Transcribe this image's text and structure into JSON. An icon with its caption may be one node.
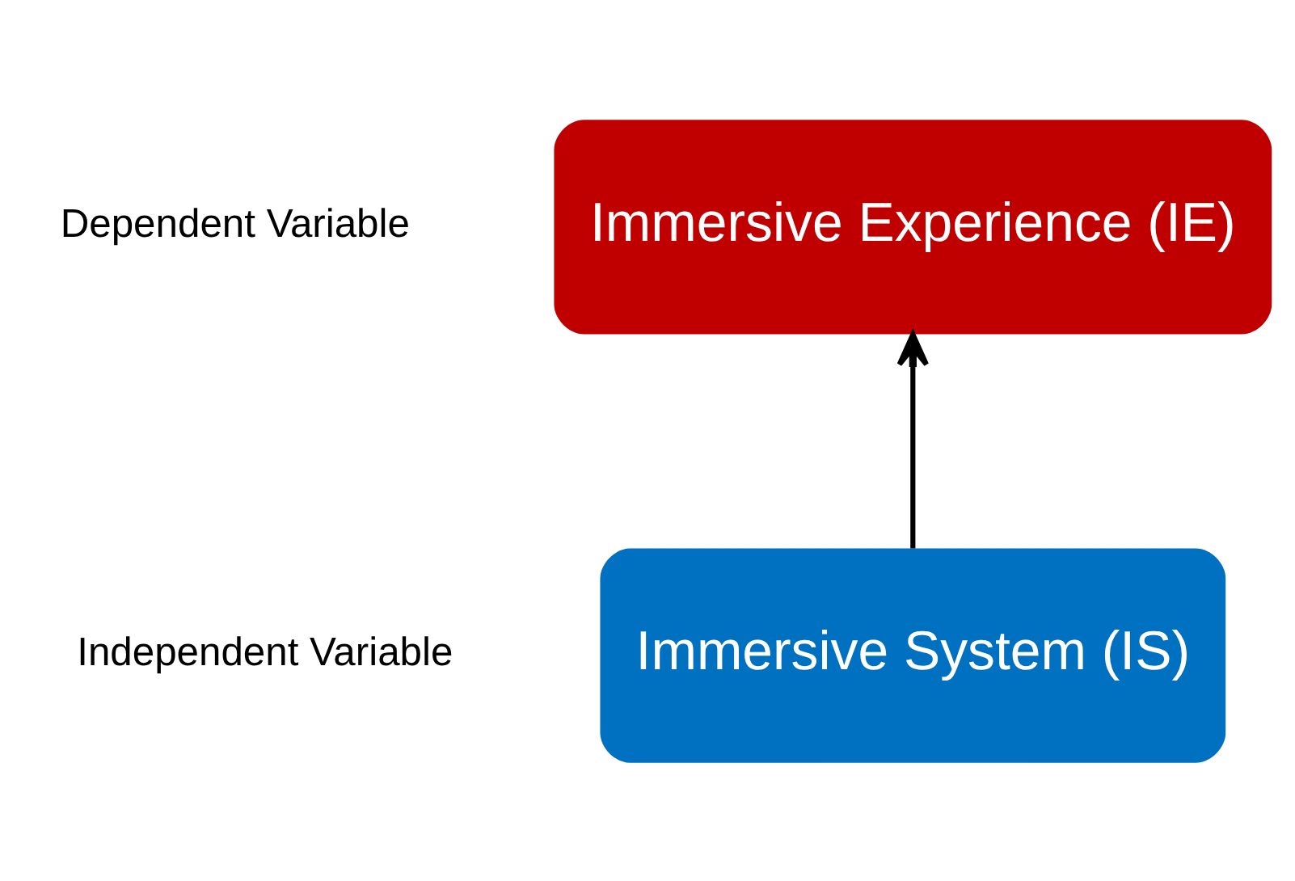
{
  "diagram": {
    "nodes": [
      {
        "text": [
          "Immersive Experience (IE)"
        ],
        "beside": [
          "Dependent Variable"
        ]
      },
      {
        "text": [
          "Immersive System (IS)"
        ],
        "beside": [
          "Independent Variable"
        ]
      }
    ],
    "edges": [
      {
        "from": 1,
        "to": 0,
        "arrow": "to"
      }
    ]
  }
}
